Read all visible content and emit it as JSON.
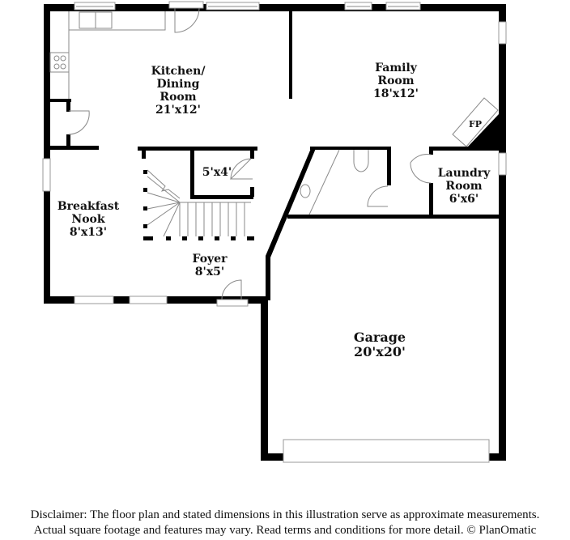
{
  "plan": {
    "rooms": [
      {
        "id": "kitchen",
        "name_lines": [
          "Kitchen/",
          "Dining",
          "Room"
        ],
        "dimensions": "21'x12'"
      },
      {
        "id": "family",
        "name_lines": [
          "Family",
          "Room"
        ],
        "dimensions": "18'x12'"
      },
      {
        "id": "breakfast",
        "name_lines": [
          "Breakfast",
          "Nook"
        ],
        "dimensions": "8'x13'"
      },
      {
        "id": "closet",
        "name_lines": [],
        "dimensions": "5'x4'"
      },
      {
        "id": "foyer",
        "name_lines": [
          "Foyer"
        ],
        "dimensions": "8'x5'"
      },
      {
        "id": "laundry",
        "name_lines": [
          "Laundry",
          "Room"
        ],
        "dimensions": "6'x6'"
      },
      {
        "id": "garage",
        "name_lines": [
          "Garage"
        ],
        "dimensions": "20'x20'"
      }
    ],
    "fixtures": {
      "fireplace": "FP"
    }
  },
  "disclaimer": {
    "line1": "Disclaimer: The floor plan and stated dimensions in this illustration serve as approximate measurements.",
    "line2": "Actual square footage and features may vary. Read terms and conditions for more detail. © PlanOmatic"
  }
}
